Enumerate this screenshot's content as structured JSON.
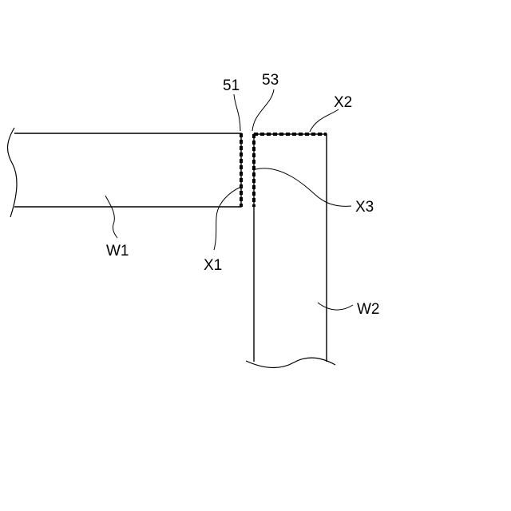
{
  "labels": {
    "ref_51": "51",
    "ref_53": "53",
    "x1": "X1",
    "x2": "X2",
    "x3": "X3",
    "w1": "W1",
    "w2": "W2"
  },
  "colors": {
    "stroke": "#000000",
    "background": "#ffffff"
  }
}
